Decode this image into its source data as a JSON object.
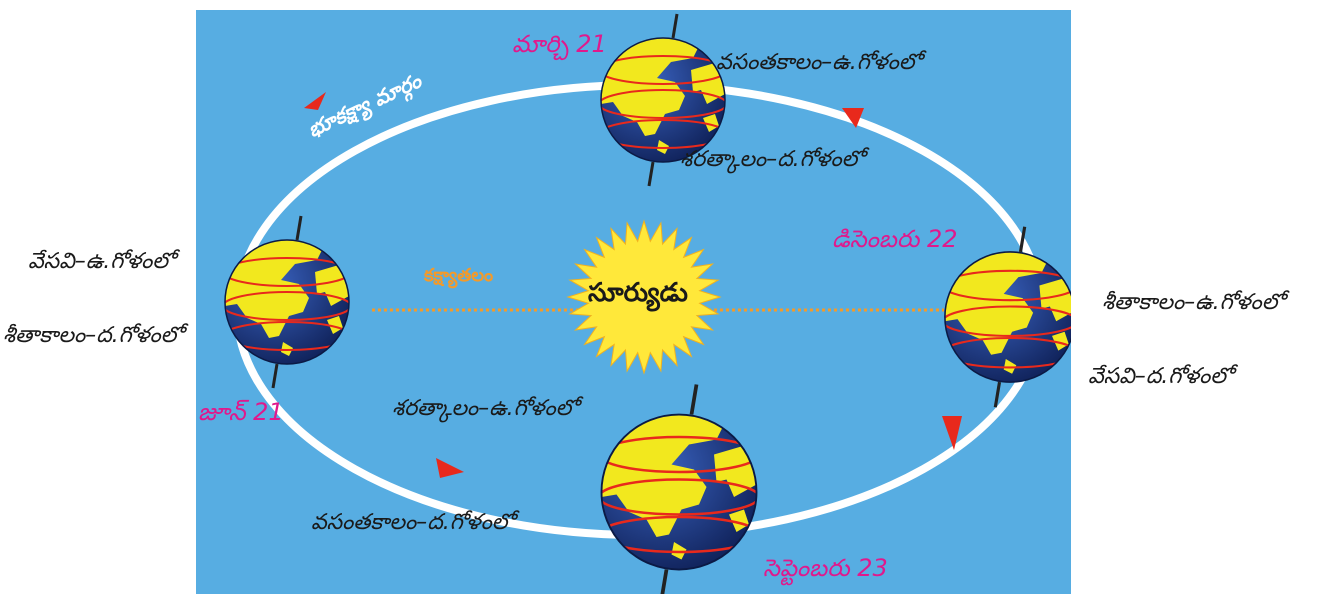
{
  "colors": {
    "background": "#57ade2",
    "orbit": "#ffffff",
    "date_text": "#e0198c",
    "orbit_label": "#ffffff",
    "plane_label": "#f39a2a",
    "plane_line": "#f39a2a",
    "sun_fill": "#ffe83a",
    "sun_text": "#1a1a1a",
    "arrow": "#e8291c",
    "ocean": "#1e3c8c",
    "land": "#f2e81e",
    "latitude": "#e8291c"
  },
  "labels": {
    "orbit": "భూకక్ష్యా మార్గం",
    "plane": "కక్ష్యాతలం",
    "sun": "సూర్యుడు"
  },
  "positions": {
    "march": {
      "date": "మార్చి 21",
      "season_north": "వసంతకాలం–ఉ.గోళంలో",
      "season_south": "శరత్కాలం–ద.గోళంలో"
    },
    "june": {
      "date": "జూన్ 21",
      "season_north": "వేసవి–ఉ.గోళంలో",
      "season_south": "శీతాకాలం–ద.గోళంలో"
    },
    "september": {
      "date": "సెప్టెంబరు 23",
      "season_north": "శరత్కాలం–ఉ.గోళంలో",
      "season_south": "వసంతకాలం–ద.గోళంలో"
    },
    "december": {
      "date": "డిసెంబరు 22",
      "season_north": "శీతాకాలం–ఉ.గోళంలో",
      "season_south": "వేసవి–ద.గోళంలో"
    }
  },
  "icons": [
    "sun-icon",
    "earth-globe-icon",
    "orbit-direction-arrow-icon"
  ]
}
